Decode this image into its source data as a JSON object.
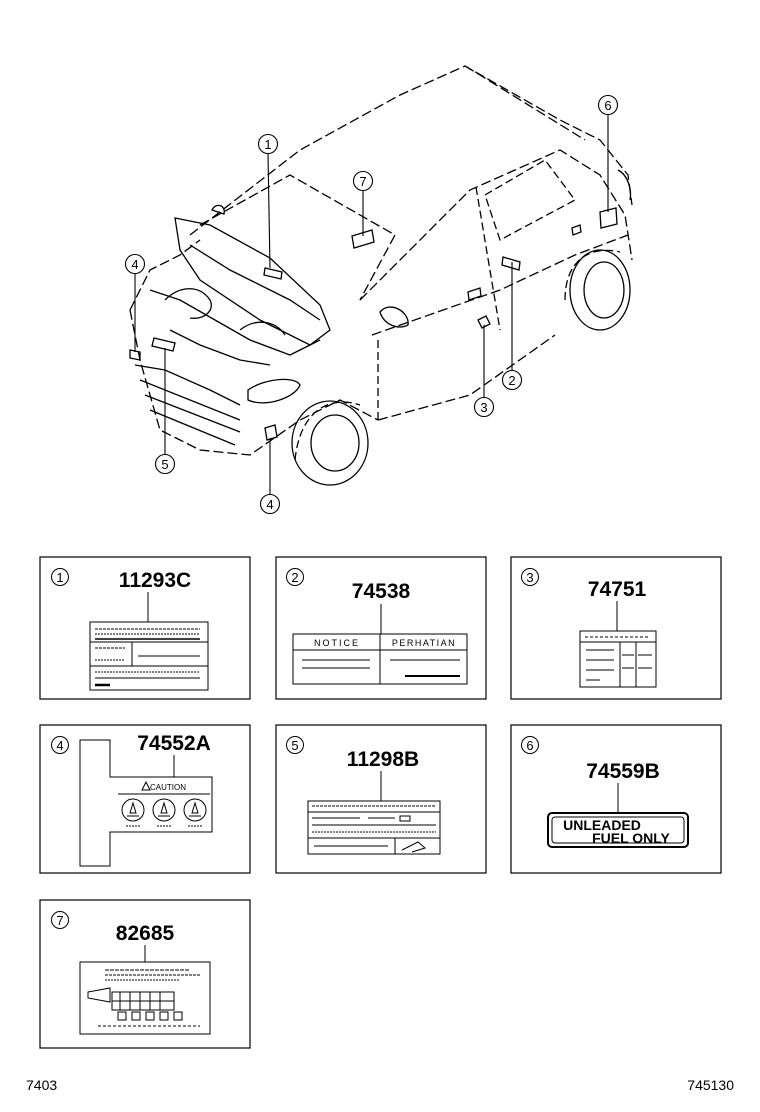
{
  "callouts": [
    "1",
    "2",
    "3",
    "4",
    "5",
    "6",
    "7"
  ],
  "parts": [
    {
      "num": "1",
      "code": "11293C"
    },
    {
      "num": "2",
      "code": "74538",
      "left": "NOTICE",
      "right": "PERHATIAN"
    },
    {
      "num": "3",
      "code": "74751"
    },
    {
      "num": "4",
      "code": "74552A",
      "caution": "CAUTION"
    },
    {
      "num": "5",
      "code": "11298B"
    },
    {
      "num": "6",
      "code": "74559B",
      "line1": "UNLEADED",
      "line2": "FUEL ONLY"
    },
    {
      "num": "7",
      "code": "82685"
    }
  ],
  "footer": {
    "left": "7403",
    "right": "745130"
  },
  "colors": {
    "ink": "#000000",
    "background": "#ffffff"
  }
}
